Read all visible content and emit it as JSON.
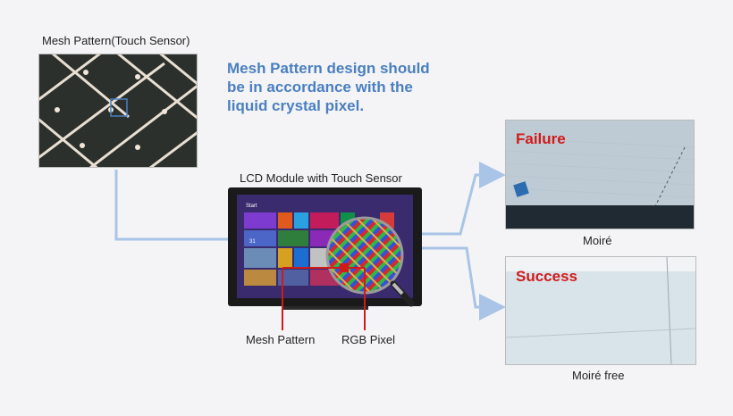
{
  "mesh_title": "Mesh Pattern(Touch Sensor)",
  "headline": "Mesh Pattern design should be in accordance with the liquid crystal pixel.",
  "lcd_title": "LCD Module with Touch Sensor",
  "screen_start": "Start",
  "screen_date": "31",
  "label_mesh": "Mesh Pattern",
  "label_rgb": "RGB Pixel",
  "failure_label": "Failure",
  "failure_caption": "Moiré",
  "success_label": "Success",
  "success_caption": "Moiré free",
  "colors": {
    "connector": "#a9c4e6",
    "callout": "#d11a1a",
    "headline": "#4a7fc0",
    "screen_bg": "#3a2a6e"
  }
}
